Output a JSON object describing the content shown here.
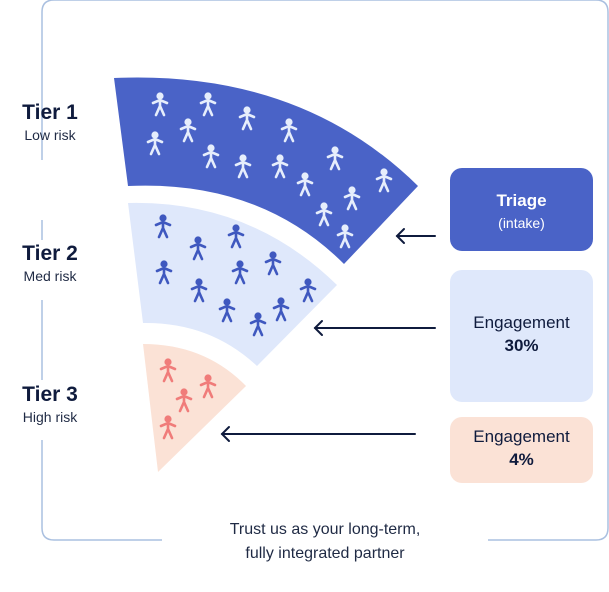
{
  "tiers": [
    {
      "name": "Tier 1",
      "risk": "Low risk"
    },
    {
      "name": "Tier 2",
      "risk": "Med risk"
    },
    {
      "name": "Tier 3",
      "risk": "High risk"
    }
  ],
  "boxes": {
    "triage": {
      "title": "Triage",
      "sub": "(intake)"
    },
    "engagement_30": {
      "title": "Engagement",
      "value": "30%"
    },
    "engagement_4": {
      "title": "Engagement",
      "value": "4%"
    }
  },
  "footer": {
    "line1": "Trust us as your long-term,",
    "line2": "fully integrated partner"
  },
  "colors": {
    "tier1": "#4a63c7",
    "tier2": "#dfe8fb",
    "tier3": "#fbe2d6",
    "people_tier1": "#e6eefc",
    "people_tier2": "#3f58bf",
    "people_tier3": "#f07c7a",
    "frame": "#aac0e0",
    "arrow": "#0f1b3d"
  },
  "icons": {
    "person": "person-icon",
    "arrow": "arrow-left-icon"
  }
}
